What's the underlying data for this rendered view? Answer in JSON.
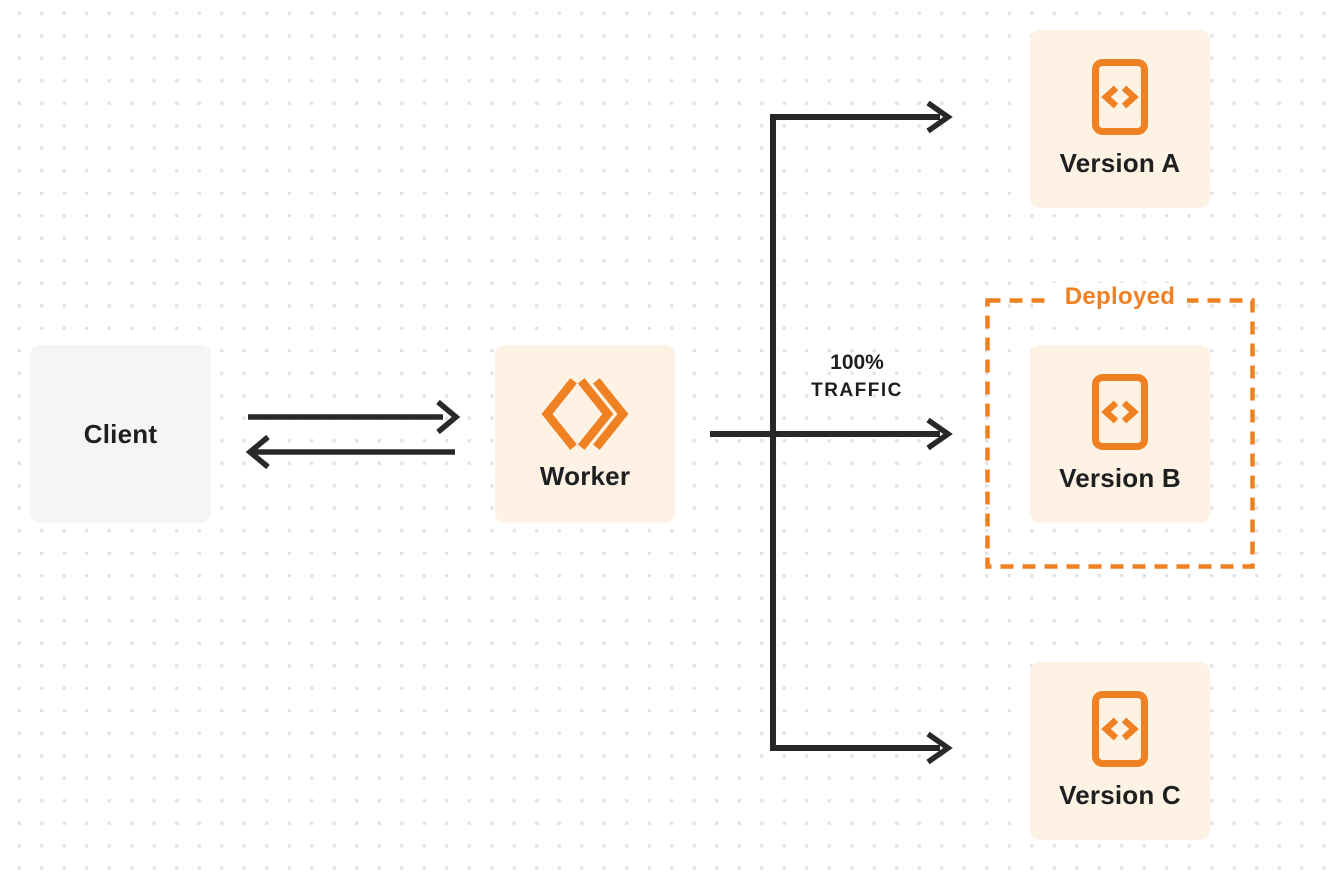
{
  "diagram": {
    "client": {
      "label": "Client"
    },
    "worker": {
      "label": "Worker"
    },
    "traffic": {
      "line1": "100%",
      "line2": "TRAFFIC"
    },
    "deployed": {
      "label": "Deployed"
    },
    "versions": [
      {
        "label": "Version A"
      },
      {
        "label": "Version B"
      },
      {
        "label": "Version C"
      }
    ]
  },
  "icons": {
    "worker": "workers-logo-icon",
    "version": "code-file-icon"
  },
  "colors": {
    "accent_orange": "#EF8122",
    "node_cream": "#FDF2E3",
    "node_gray": "#F5F5F7",
    "line_dark": "#26282A",
    "text_dark": "#1D1F21",
    "dot_grid": "#E3E3E6"
  }
}
